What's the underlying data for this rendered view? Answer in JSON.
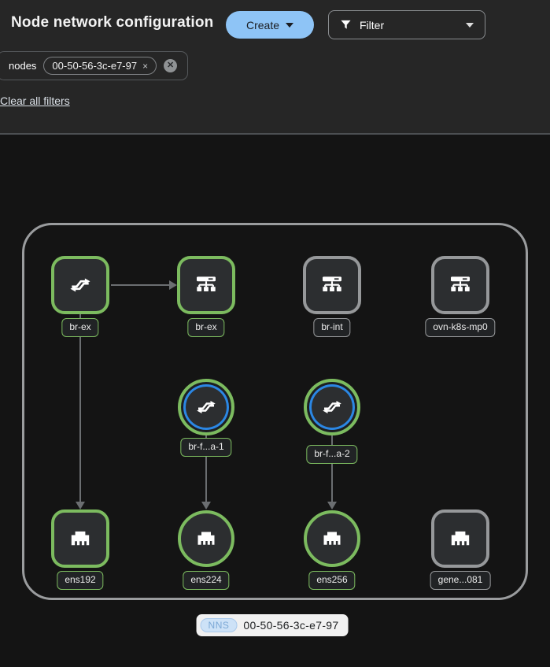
{
  "header": {
    "title": "Node network configuration",
    "create_label": "Create",
    "filter_label": "Filter"
  },
  "filters": {
    "category_label": "nodes",
    "chip_value": "00-50-56-3c-e7-97",
    "chip_remove_icon": "×",
    "clear_group_icon": "✕",
    "clear_all_label": "Clear all filters"
  },
  "topology": {
    "nodes": [
      {
        "label": "br-ex",
        "shape": "square",
        "status": "green",
        "icon": "exchange-icon"
      },
      {
        "label": "br-ex",
        "shape": "square",
        "status": "green",
        "icon": "bridge-icon"
      },
      {
        "label": "br-int",
        "shape": "square",
        "status": "gray",
        "icon": "bridge-icon"
      },
      {
        "label": "ovn-k8s-mp0",
        "shape": "square",
        "status": "gray",
        "icon": "bridge-icon"
      },
      {
        "label": "br-f...a-1",
        "shape": "circle",
        "status": "green-blue",
        "icon": "exchange-icon"
      },
      {
        "label": "br-f...a-2",
        "shape": "circle",
        "status": "green-blue",
        "icon": "exchange-icon"
      },
      {
        "label": "ens192",
        "shape": "square",
        "status": "green",
        "icon": "ethernet-port-icon"
      },
      {
        "label": "ens224",
        "shape": "circle",
        "status": "green",
        "icon": "ethernet-port-icon"
      },
      {
        "label": "ens256",
        "shape": "circle",
        "status": "green",
        "icon": "ethernet-port-icon"
      },
      {
        "label": "gene...081",
        "shape": "square",
        "status": "gray",
        "icon": "ethernet-port-icon"
      }
    ],
    "edges": [
      {
        "from": "br-ex (ovs)",
        "to": "br-ex (bridge)",
        "direction": "right"
      },
      {
        "from": "br-ex (ovs)",
        "to": "ens192",
        "direction": "down"
      },
      {
        "from": "br-f...a-1",
        "to": "ens224",
        "direction": "down"
      },
      {
        "from": "br-f...a-2",
        "to": "ens256",
        "direction": "down"
      }
    ],
    "group_label": {
      "badge": "NNS",
      "text": "00-50-56-3c-e7-97"
    }
  },
  "colors": {
    "header_bg": "#262626",
    "canvas_bg": "#141414",
    "primary_button_bg": "#8ec4f6",
    "status_green": "#7cbb5f",
    "status_gray": "#96989a",
    "ovs_blue_ring": "#2b87e4",
    "edge_gray": "#6b6e71",
    "group_border": "#9a9c9e"
  }
}
